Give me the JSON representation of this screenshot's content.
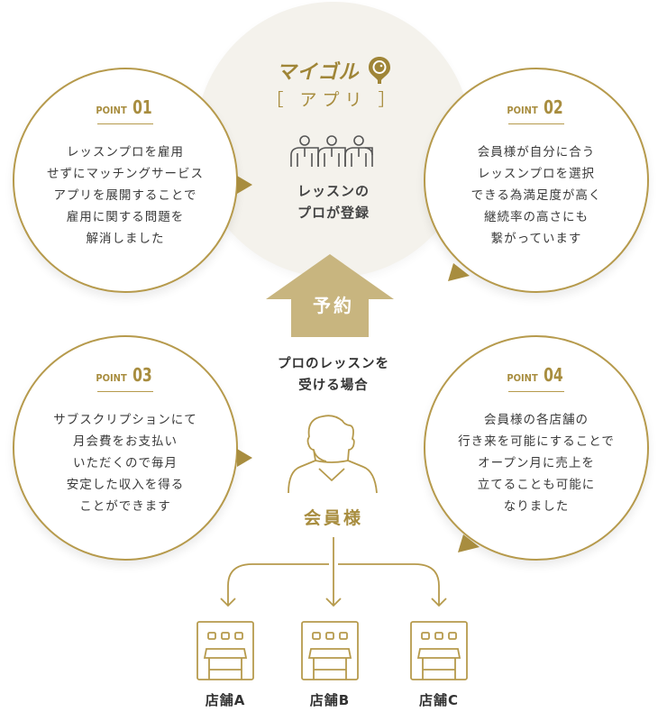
{
  "colors": {
    "gold": "#b69a4c",
    "gold_dark": "#9f8537",
    "arrow_fill": "#c8b57f",
    "bg_circle": "#f4f2ec",
    "text": "#3a3a3a"
  },
  "center": {
    "logo_text": "マイゴル",
    "logo_icon": "map-pin-golf-ball-icon",
    "app_label": "［ アプリ ］",
    "pros_icon": "three-people-icon",
    "pros_line1": "レッスンの",
    "pros_line2": "プロが登録",
    "reserve_label": "予約",
    "case_line1": "プロのレッスンを",
    "case_line2": "受ける場合",
    "member_icon": "person-icon",
    "member_label": "会員様"
  },
  "points": [
    {
      "label": "POINT",
      "number": "01",
      "lines": [
        "レッスンプロを雇用",
        "せずにマッチングサービス",
        "アプリを展開することで",
        "雇用に関する問題を",
        "解消しました"
      ]
    },
    {
      "label": "POINT",
      "number": "02",
      "lines": [
        "会員様が自分に合う",
        "レッスンプロを選択",
        "できる為満足度が高く",
        "継続率の高さにも",
        "繋がっています"
      ]
    },
    {
      "label": "POINT",
      "number": "03",
      "lines": [
        "サブスクリプションにて",
        "月会費をお支払い",
        "いただくので毎月",
        "安定した収入を得る",
        "ことができます"
      ]
    },
    {
      "label": "POINT",
      "number": "04",
      "lines": [
        "会員様の各店舗の",
        "行き来を可能にすることで",
        "オープン月に売上を",
        "立てることも可能に",
        "なりました"
      ]
    }
  ],
  "stores": [
    {
      "label": "店舗A",
      "icon": "store-icon"
    },
    {
      "label": "店舗B",
      "icon": "store-icon"
    },
    {
      "label": "店舗C",
      "icon": "store-icon"
    }
  ]
}
